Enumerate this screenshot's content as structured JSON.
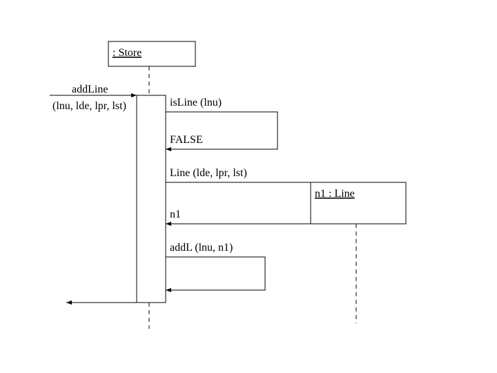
{
  "lifelines": {
    "store": {
      "label": ": Store"
    },
    "line": {
      "label": "n1 : Line"
    }
  },
  "messages": {
    "add_line": {
      "line1": "addLine",
      "line2": "(lnu, lde, lpr, lst)"
    },
    "is_line": {
      "label": "isLine (lnu)"
    },
    "false_return": {
      "label": "FALSE"
    },
    "create_line": {
      "label": "Line (lde, lpr, lst)"
    },
    "n1_return": {
      "label": "n1"
    },
    "add_l": {
      "label": "addL (lnu, n1)"
    }
  }
}
